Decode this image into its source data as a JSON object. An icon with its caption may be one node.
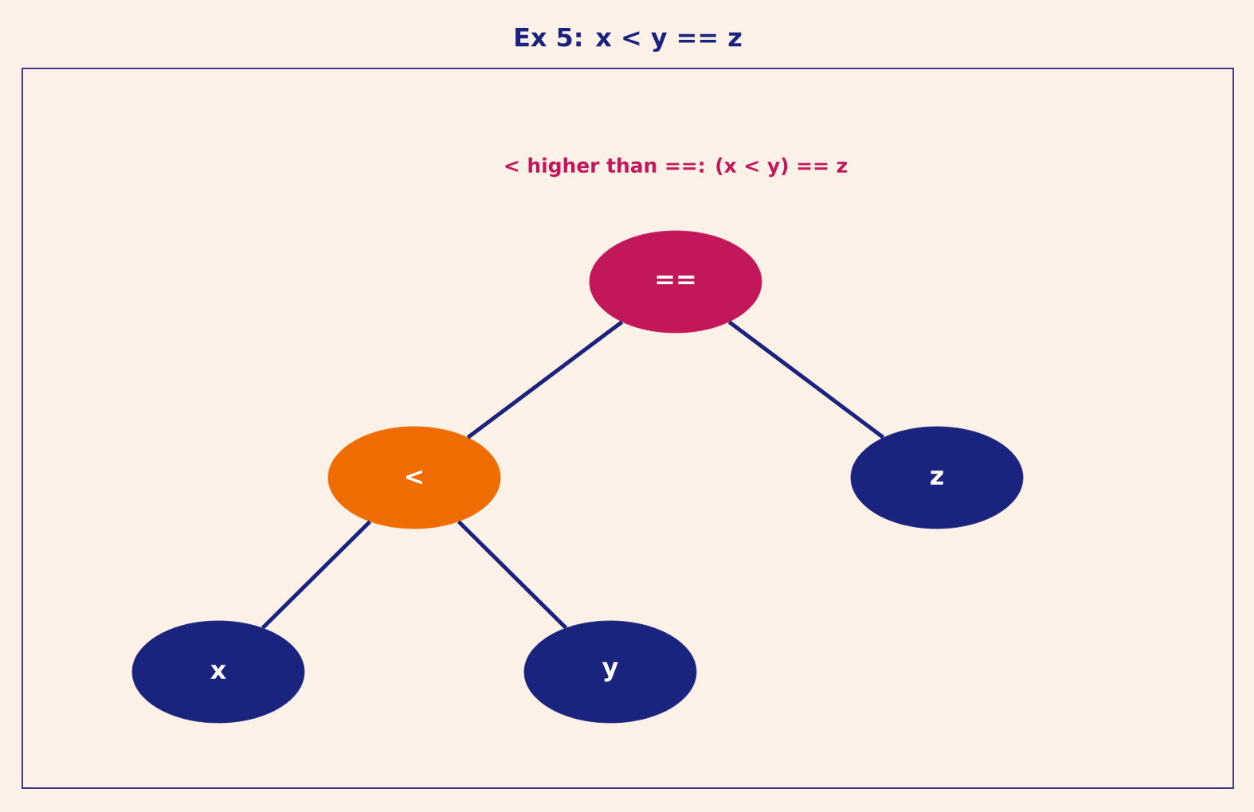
{
  "diagram": {
    "title": "Ex 5:  x < y == z",
    "nodes": [
      {
        "text": [
          "=="
        ]
      },
      {
        "text": [
          "<"
        ]
      },
      {
        "text": [
          "z"
        ]
      },
      {
        "text": [
          "x"
        ]
      },
      {
        "text": [
          "y"
        ]
      }
    ],
    "edges": [
      {
        "from": 0,
        "to": 1,
        "arrow": "none"
      },
      {
        "from": 0,
        "to": 2,
        "arrow": "none"
      },
      {
        "from": 1,
        "to": 3,
        "arrow": "none"
      },
      {
        "from": 1,
        "to": 4,
        "arrow": "none"
      }
    ],
    "labels": [
      "< higher than ==:  (x < y) == z"
    ]
  }
}
